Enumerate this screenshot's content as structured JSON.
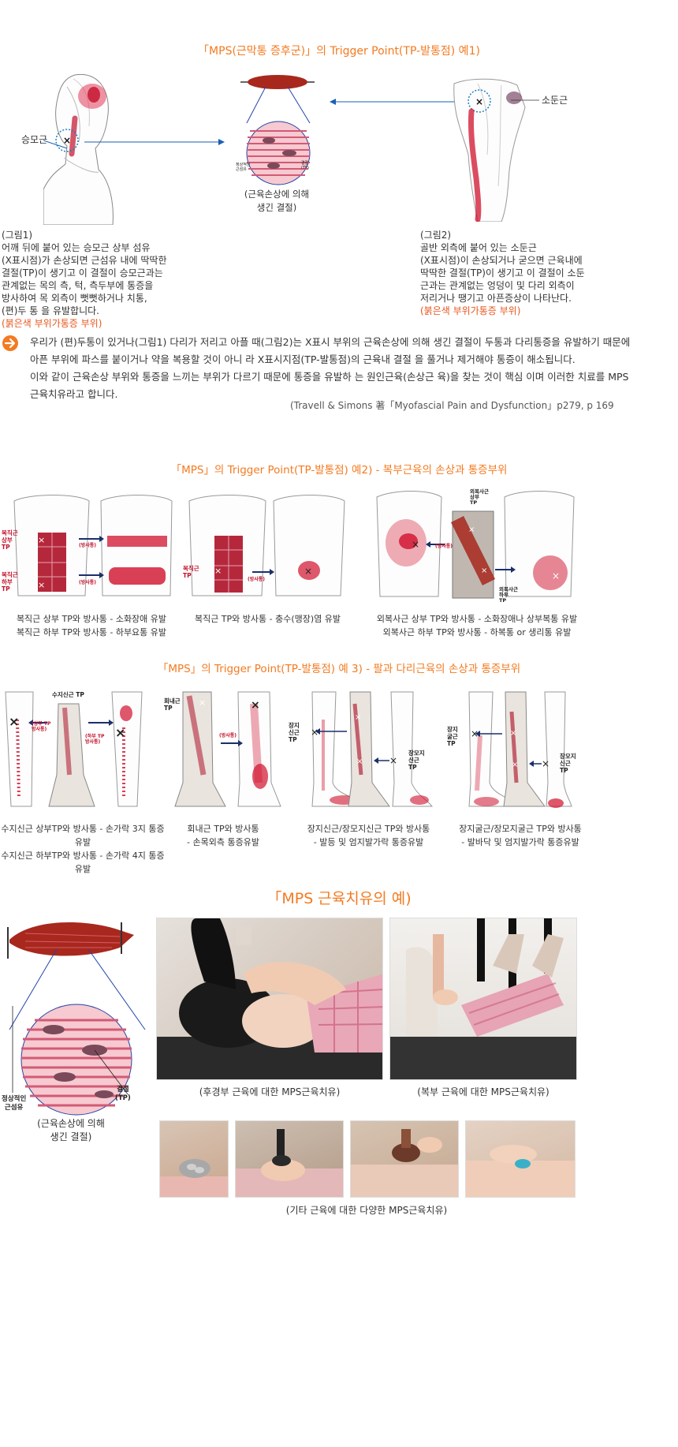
{
  "section1": {
    "title": "「MPS(근막통 증후군)」의 Trigger Point(TP-발통점) 예1)",
    "label_left_muscle": "승모근",
    "label_right_muscle": "소둔근",
    "center_caption_line1": "(근육손상에 의해",
    "center_caption_line2": "생긴 결절)",
    "center_mini_left": "정상적인\n근섬유",
    "center_mini_right": "결절\n(TP)",
    "fig1_lines": [
      "(그림1)",
      " 어깨 뒤에 붙어 있는 승모근 상부  섬유",
      "(X표시점)가 손상되면 근섬유 내에 딱딱한",
      "결절(TP)이 생기고 이 결절이 승모근과는",
      "관계없는 목의 측, 턱, 측두부에   통증을",
      "방사하여 목 외측이 뻣뻣하거나 치통,",
      "(편)두 통 을 유발합니다."
    ],
    "fig1_red": "(붉은색 부위가통증 부위)",
    "fig2_lines": [
      "(그림2)",
      " 골반 외측에 붙어 있는 소둔근",
      "  (X표시점)이 손상되거나 굳으면 근육내에",
      "딱딱한 결절(TP)이 생기고 이 결절이 소둔",
      "근과는 관계없는 엉덩이 및 다리 외측이",
      "저리거나 땡기고 아픈증상이 나타난다."
    ],
    "fig2_red": "(붉은색 부위가통증 부위)",
    "body_lines": [
      "우리가 (편)두통이 있거나(그림1) 다리가 저리고 아플 때(그림2)는 X표시 부위의 근육손상에 의해 생긴 결절이 두통과 다리통증을 유발하기 때문에",
      "아픈 부위에 파스를 붙이거나 약을 복용할 것이 아니 라 X표시지점(TP-발통점)의 근육내 결절 을 풀거나 제거해야 통증이 해소됩니다.",
      "이와 같이 근육손상 부위와 통증을 느끼는 부위가 다르기 때문에 통증을 유발하 는 원인근육(손상근 육)을 찾는 것이 핵심 이며 이러한 치료를 MPS",
      "근육치유라고 합니다."
    ],
    "reference": "(Travell & Simons 著「Myofascial Pain and Dysfunction」p279, p 169"
  },
  "section2": {
    "title": "「MPS」의 Trigger Point(TP-발통점)  예2) - 복부근육의 손상과 통증부위",
    "panel1": {
      "label_upper": "복직근\n상부\nTP",
      "label_lower": "복직근\n하부\nTP",
      "tag_upper": "(방사통)",
      "tag_lower": "(방사통)",
      "caption": [
        "복직근 상부 TP와 방사통 - 소화장애 유발",
        "복직근 하부 TP와 방사통 - 하부요통 유발"
      ]
    },
    "panel2": {
      "label": "복직근\nTP",
      "tag": "(방사통)",
      "caption": [
        "복직근 TP와 방사통 - 충수(맹장)염 유발"
      ]
    },
    "panel3": {
      "label_upper": "외복사근\n상부\nTP",
      "label_lower": "외복사근\n하부\nTP",
      "tag": "(방사통)",
      "caption": [
        "외복사근 상부 TP와 방사통 - 소화장애나 상부복통 유발",
        "외복사근 하부 TP와 방사통 - 하복통 or 생리통 유발"
      ]
    }
  },
  "section3": {
    "title": "「MPS」의 Trigger Point(TP-발통점)  예 3) - 팔과 다리근육의 손상과 통증부위",
    "panel1": {
      "label_top": "수지신근 TP",
      "tag_a": "(상부 TP\n방사통)",
      "tag_b": "(하부 TP\n방사통)",
      "caption": [
        "수지신근 상부TP와 방사통 - 손가락 3지 통증유발",
        "수지신근 하부TP와 방사통 - 손가락 4지 통증유발"
      ]
    },
    "panel2": {
      "label": "회내근\nTP",
      "tag": "(방사통)",
      "caption": [
        "회내근 TP와 방사통",
        "- 손목외측 통증유발"
      ]
    },
    "panel3": {
      "label_left": "장지\n신근\nTP",
      "label_right": "장모지\n신근\nTP",
      "caption": [
        "장지신근/장모지신근 TP와 방사통",
        "- 발등 및 엄지발가락 통증유발"
      ]
    },
    "panel4": {
      "label_left": "장지\n굴근\nTP",
      "label_right": "장모지\n신근\nTP",
      "caption": [
        "장지굴근/장모지굴근 TP와 방사통",
        "- 발바닥 및 엄지발가락 통증유발"
      ]
    }
  },
  "section4": {
    "title": "「MPS 근육치유의 예)",
    "muscle_label_left": "정상적인\n근섬유",
    "muscle_label_right": "결절\n(TP)",
    "muscle_caption": [
      "(근육손상에 의해",
      "생긴 결절)"
    ],
    "photo1_caption": "(후경부 근육에 대한 MPS근육치유)",
    "photo2_caption": "(복부 근육에 대한 MPS근육치유)",
    "bottom_caption": "(기타 근육에 대한 다양한 MPS근육치유)"
  },
  "colors": {
    "accent": "#f47a20",
    "pain_red": "#d0102c",
    "arrow_blue": "#1a5fb4",
    "fig_red_text": "#e8571e"
  }
}
